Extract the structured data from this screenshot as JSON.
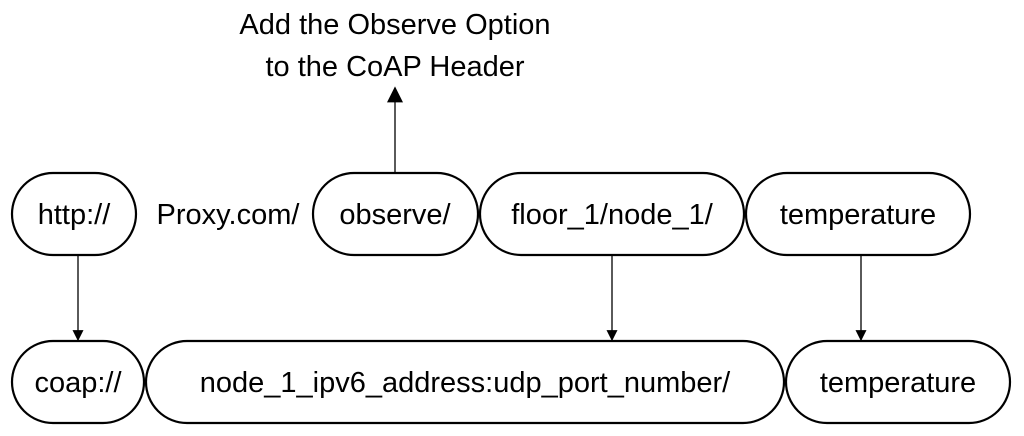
{
  "annotation": {
    "line1": "Add the Observe Option",
    "line2": "to the CoAP Header"
  },
  "http_url": {
    "scheme": "http://",
    "host": "Proxy.com/",
    "observe": "observe/",
    "path": "floor_1/node_1/",
    "resource": "temperature"
  },
  "coap_url": {
    "scheme": "coap://",
    "address": "node_1_ipv6_address:udp_port_number/",
    "resource": "temperature"
  }
}
